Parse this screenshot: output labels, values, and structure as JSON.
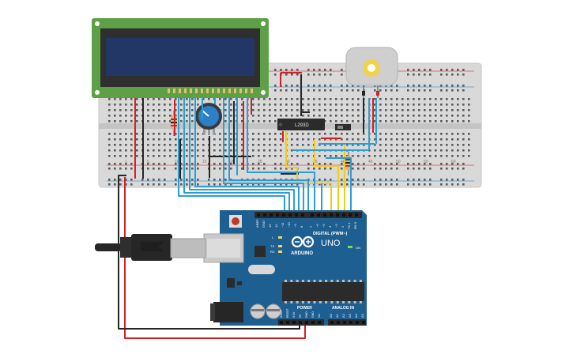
{
  "breadboard": {
    "column_numbers": [
      "1",
      "5",
      "10",
      "15",
      "20",
      "25",
      "30",
      "35",
      "40",
      "45",
      "50",
      "55",
      "60"
    ]
  },
  "driver_chip": {
    "label": "L293D"
  },
  "arduino": {
    "logo_text": "ARDUINO",
    "model": "UNO",
    "digital_header_label": "DIGITAL (PWM~)",
    "digital_pins": [
      "AREF",
      "GND",
      "13",
      "12",
      "~11",
      "~10",
      "~9",
      "8",
      "7",
      "~6",
      "~5",
      "4",
      "~3",
      "2",
      "TX 1",
      "RX 0"
    ],
    "power_header_label": "POWER",
    "power_pins": [
      "IOREF",
      "RESET",
      "3.3V",
      "5V",
      "GND",
      "GND",
      "Vin"
    ],
    "analog_header_label": "ANALOG IN",
    "analog_pins": [
      "A0",
      "A1",
      "A2",
      "A3",
      "A4",
      "A5"
    ],
    "led_labels": [
      "L",
      "TX",
      "RX"
    ],
    "on_label": "ON"
  },
  "colors": {
    "board": "#1e5f91",
    "wire_red": "#d32027",
    "wire_black": "#262626",
    "wire_blue": "#2a9fd6",
    "wire_yellow": "#f1cc17",
    "lcd_pcb": "#5ea046",
    "lcd_screen": "#223766"
  }
}
